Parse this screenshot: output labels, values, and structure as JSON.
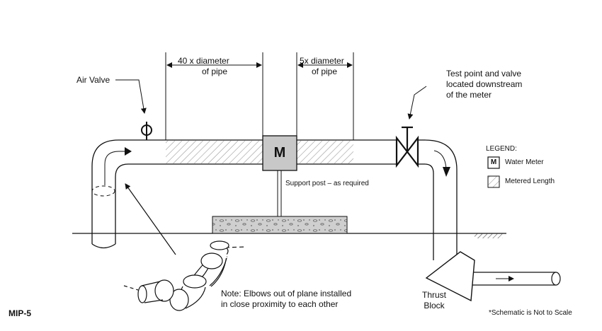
{
  "diagram": {
    "labels": {
      "air_valve": "Air Valve",
      "upstream_dim_1": "40 x   diameter",
      "upstream_dim_2": "of pipe",
      "downstream_dim_1": "5x diameter",
      "downstream_dim_2": "of pipe",
      "test_point_1": "Test point and valve",
      "test_point_2": "located downstream",
      "test_point_3": "of the meter",
      "meter_symbol": "M",
      "support_post": "Support post – as required",
      "note_1": "Note: Elbows out of plane installed",
      "note_2": "in close proximity to each other",
      "thrust_1": "Thrust",
      "thrust_2": "Block",
      "figure_id": "MIP-5",
      "scale_note": "*Schematic is Not to Scale"
    },
    "legend": {
      "title": "LEGEND:",
      "meter_symbol": "M",
      "meter_label": "Water Meter",
      "hatch_label": "Metered Length"
    }
  }
}
